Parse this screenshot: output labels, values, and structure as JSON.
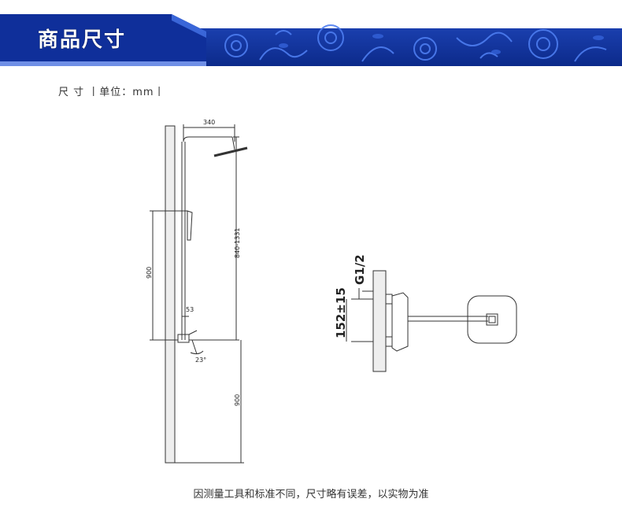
{
  "header": {
    "title": "商品尺寸"
  },
  "units_label": "尺 寸 丨单位：mm丨",
  "dimensions": {
    "top_width": "340",
    "height_range": "840-1331",
    "handheld_height": "900",
    "offset": "53",
    "angle": "23°",
    "floor_height": "900",
    "thread": "G1/2",
    "spacing": "152±15"
  },
  "caption": "因测量工具和标准不同，尺寸略有误差，以实物为准",
  "colors": {
    "banner_dark": "#0f2f9a",
    "banner_mid": "#1744c7",
    "pattern": "#2f63e0"
  }
}
